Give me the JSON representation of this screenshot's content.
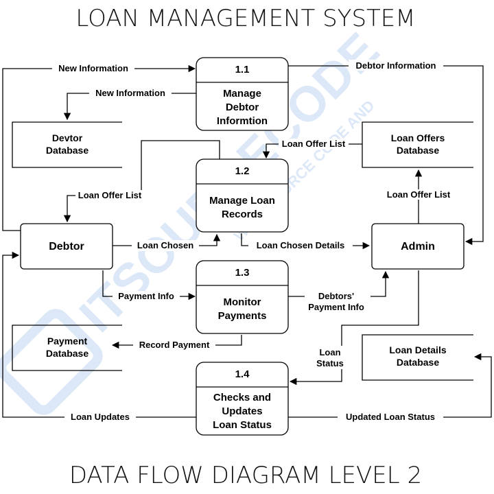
{
  "header": {
    "title": "LOAN MANAGEMENT SYSTEM"
  },
  "footer": {
    "title": "DATA FLOW DIAGRAM LEVEL 2"
  },
  "watermark": {
    "main": "ITSOURCECODE",
    "sub": "WITH SOURCE CODE AND",
    "color": "#d9e6f7"
  },
  "processes": {
    "p11": {
      "number": "1.1",
      "lines": [
        "Manage",
        "Debtor",
        "Informtion"
      ]
    },
    "p12": {
      "number": "1.2",
      "lines": [
        "Manage Loan",
        "Records"
      ]
    },
    "p13": {
      "number": "1.3",
      "lines": [
        "Monitor",
        "Payments"
      ]
    },
    "p14": {
      "number": "1.4",
      "lines": [
        "Checks and",
        "Updates",
        "Loan Status"
      ]
    }
  },
  "entities": {
    "debtor": "Debtor",
    "admin": "Admin"
  },
  "stores": {
    "devtor_db": [
      "Devtor",
      "Database"
    ],
    "loan_offers_db": [
      "Loan Offers",
      "Database"
    ],
    "payment_db": [
      "Payment",
      "Database"
    ],
    "loan_details_db": [
      "Loan Details",
      "Database"
    ]
  },
  "flows": {
    "new_info_debtor": "New Information",
    "new_info_store": "New Information",
    "debtor_information": "Debtor Information",
    "loan_offer_list_store": "Loan Offer List",
    "loan_offer_list_debtor": "Loan Offer List",
    "loan_offer_list_admin": "Loan Offer List",
    "loan_chosen": "Loan Chosen",
    "loan_chosen_details": "Loan Chosen Details",
    "payment_info": "Payment Info",
    "debtors_payment_info": [
      "Debtors'",
      "Payment Info"
    ],
    "record_payment": "Record Payment",
    "loan_status": [
      "Loan",
      "Status"
    ],
    "loan_updates": "Loan Updates",
    "updated_loan_status": "Updated Loan Status"
  }
}
